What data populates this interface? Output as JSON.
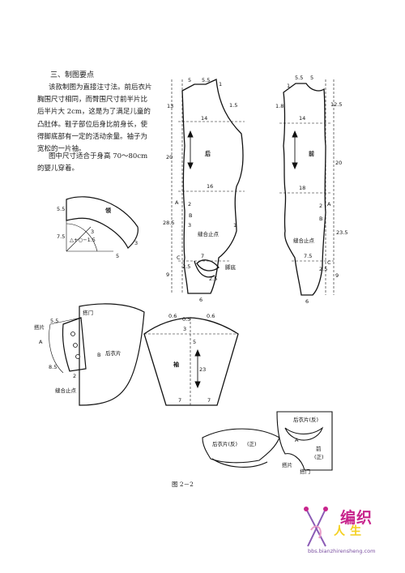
{
  "text": {
    "heading": "三、制图要点",
    "paragraph1": "该款制图为直接注寸法。前后衣片胸围尺寸相同，而臀围尺寸前半片比后半片大 2cm，这是为了满足儿童的凸肚体。鞋子部位后身比前身长，使得脚底部有一定的活动余量。袖子为宽松的一片袖。",
    "paragraph2": "图中尺寸适合于身高 70～80cm 的婴儿穿着。"
  },
  "caption": "图 2－2",
  "logo": {
    "main": "编织",
    "sub": "人生",
    "url": "bbs.bianzhirensheng.com"
  },
  "back": {
    "title": "后",
    "m_5": "5",
    "m_55": "5.5",
    "m_1": "1",
    "m_13": "13",
    "m_15": "1.5",
    "m_14": "14",
    "m_20": "20",
    "m_16": "16",
    "m_A": "A",
    "m_2": "2",
    "m_B": "B",
    "m_3": "3",
    "m_285": "28.5",
    "m_seam": "缝合止点",
    "m_C": "C",
    "m_25": "2.5",
    "m_9": "9",
    "m_7": "7",
    "m_foot": "脚底",
    "m_6": "6",
    "m_255": "2.5"
  },
  "front": {
    "title": "前",
    "m_55": "5.5",
    "m_5": "5",
    "m_1": "1",
    "m_18": "1.8",
    "m_125": "12.5",
    "m_14": "14",
    "m_20": "20",
    "m_18b": "18",
    "m_A": "A",
    "m_2": "2",
    "m_B": "B",
    "m_seam": "缝合止点",
    "m_235": "23.5",
    "m_75": "7.5",
    "m_9": "9",
    "m_6": "6",
    "m_C": "C",
    "m_25": "2.5"
  },
  "collar": {
    "title": "领",
    "m_55": "5.5",
    "m_75": "7.5",
    "m_formula": "△+○−1.5",
    "m_3": "3",
    "m_3b": "3",
    "m_5": "5"
  },
  "placket": {
    "title_top": "搭门",
    "m_strip": "搭片",
    "m_55": "5.5",
    "m_A": "A",
    "m_B": "B",
    "m_85": "8.5",
    "m_2": "2",
    "m_seam": "缝合止点",
    "m_back": "后衣片"
  },
  "sleeve": {
    "title": "袖",
    "m_06a": "0.6",
    "m_06b": "0.6",
    "m_05": "0.5",
    "m_3": "3",
    "m_5": "5",
    "m_23": "23",
    "m_7a": "7",
    "m_7b": "7"
  },
  "assembly": {
    "back_rev": "后衣片(反)",
    "front_pos": "(正)",
    "back_rev2": "后衣片(反)",
    "front": "前",
    "front_pos2": "(正)",
    "strip": "搭片",
    "placket": "搭门",
    "m_A": "A"
  }
}
